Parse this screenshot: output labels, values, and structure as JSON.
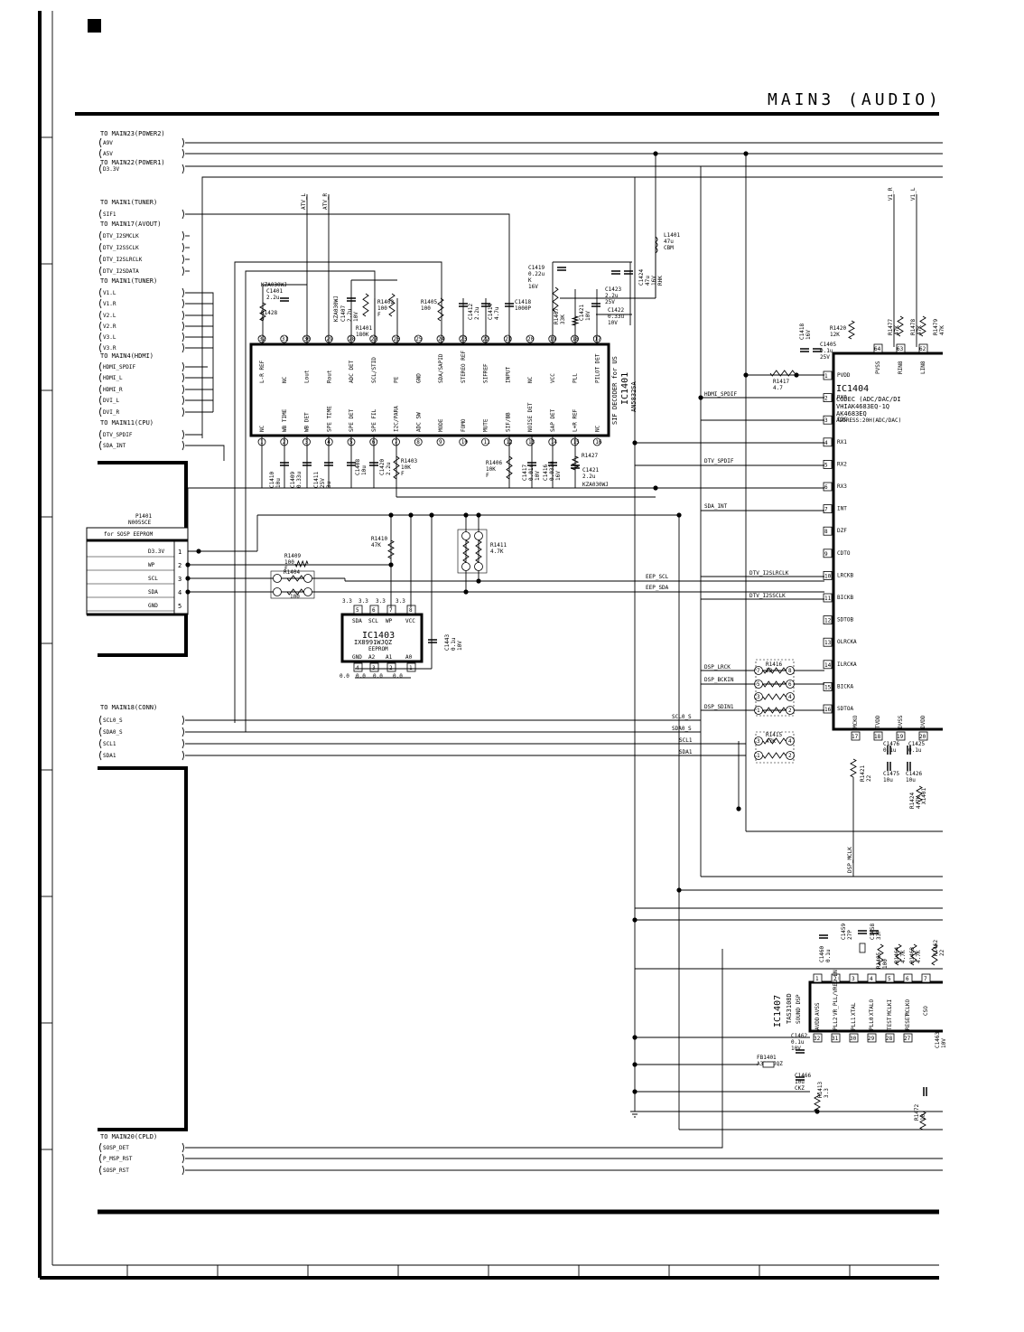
{
  "header": {
    "title": "MAIN3 (AUDIO)"
  },
  "connectors_left": {
    "power2": {
      "title": "TO MAIN23(POWER2)",
      "signals": [
        "A9V",
        "A5V"
      ]
    },
    "power1": {
      "title": "TO MAIN22(POWER1)",
      "signals": [
        "D3.3V"
      ]
    },
    "tuner_a": {
      "title": "TO MAIN1(TUNER)",
      "signals": [
        "SIF1"
      ]
    },
    "avout": {
      "title": "TO MAIN17(AVOUT)",
      "signals": [
        "DTV_I2SMCLK",
        "DTV_I2SSCLK",
        "DTV_I2SLRCLK",
        "DTV_I2SDATA"
      ]
    },
    "tuner_b": {
      "title": "TO MAIN1(TUNER)",
      "signals": [
        "V1.L",
        "V1.R",
        "V2.L",
        "V2.R",
        "V3.L",
        "V3.R"
      ]
    },
    "hdmi": {
      "title": "TO MAIN4(HDMI)",
      "signals": [
        "HDMI_SPDIF",
        "HDMI_L",
        "HDMI_R",
        "DVI_L",
        "DVI_R"
      ]
    },
    "cpu": {
      "title": "TO MAIN11(CPU)",
      "signals": [
        "DTV_SPDIF",
        "SDA_INT"
      ]
    },
    "conn": {
      "title": "TO MAIN18(CONN)",
      "signals": [
        "SCL0_S",
        "SDA0_S",
        "SCL1",
        "SDA1"
      ]
    },
    "cpld": {
      "title": "TO MAIN20(CPLD)",
      "signals": [
        "SOSP_DET",
        "P_MSP_RST",
        "SOSP_RST"
      ]
    }
  },
  "p1401": {
    "ref": "P1401",
    "part": "N005SCE",
    "desc": "for SOSP EEPROM",
    "pins": [
      {
        "num": "1",
        "name": "D3.3V"
      },
      {
        "num": "2",
        "name": "WP"
      },
      {
        "num": "3",
        "name": "SCL"
      },
      {
        "num": "4",
        "name": "SDA"
      },
      {
        "num": "5",
        "name": "GND"
      }
    ]
  },
  "ic1401": {
    "ref": "IC1401",
    "part": "AN5832SA",
    "desc": "SIF DECODER for US",
    "top_pins": [
      {
        "num": "32",
        "name": "L-R REF"
      },
      {
        "num": "31",
        "name": "NC"
      },
      {
        "num": "30",
        "name": "Lout"
      },
      {
        "num": "29",
        "name": "Rout"
      },
      {
        "num": "28",
        "name": "ADC DET"
      },
      {
        "num": "27",
        "name": "SCL/STID"
      },
      {
        "num": "26",
        "name": "PE"
      },
      {
        "num": "25",
        "name": "GND"
      },
      {
        "num": "24",
        "name": "SDA/SAPID"
      },
      {
        "num": "23",
        "name": "STEREO REF"
      },
      {
        "num": "22",
        "name": "SIFREF"
      },
      {
        "num": "21",
        "name": "INPUT"
      },
      {
        "num": "20",
        "name": "NC"
      },
      {
        "num": "19",
        "name": "VCC"
      },
      {
        "num": "18",
        "name": "PLL"
      },
      {
        "num": "17",
        "name": "PILOT DET"
      }
    ],
    "bottom_pins": [
      {
        "num": "1",
        "name": "NC"
      },
      {
        "num": "2",
        "name": "WB TIME"
      },
      {
        "num": "3",
        "name": "WB DET"
      },
      {
        "num": "4",
        "name": "SPE TIME"
      },
      {
        "num": "5",
        "name": "SPE DET"
      },
      {
        "num": "6",
        "name": "SPE FIL"
      },
      {
        "num": "7",
        "name": "I2C/PARA"
      },
      {
        "num": "8",
        "name": "ADC SW"
      },
      {
        "num": "9",
        "name": "MODE"
      },
      {
        "num": "10",
        "name": "FOMO"
      },
      {
        "num": "11",
        "name": "MUTE"
      },
      {
        "num": "12",
        "name": "SIF/BB"
      },
      {
        "num": "13",
        "name": "NOISE DET"
      },
      {
        "num": "14",
        "name": "SAP DET"
      },
      {
        "num": "15",
        "name": "L+R REF"
      },
      {
        "num": "16",
        "name": "NC"
      }
    ]
  },
  "ic1403": {
    "ref": "IC1403",
    "part": "IX8991WJQZ",
    "desc": "EEPROM",
    "top_pins": [
      {
        "num": "5",
        "name": "SDA",
        "v": "3.3"
      },
      {
        "num": "6",
        "name": "SCL",
        "v": "3.3"
      },
      {
        "num": "7",
        "name": "WP",
        "v": "3.3"
      },
      {
        "num": "8",
        "name": "VCC",
        "v": "3.3"
      }
    ],
    "bottom_pins": [
      {
        "num": "4",
        "name": "GND",
        "v": "0.0"
      },
      {
        "num": "3",
        "name": "A2",
        "v": "0.0"
      },
      {
        "num": "2",
        "name": "A1",
        "v": "0.0"
      },
      {
        "num": "1",
        "name": "A0",
        "v": "0.0"
      }
    ]
  },
  "ic1404": {
    "ref": "IC1404",
    "title": "CODEC (ADC/DAC/DI",
    "part": "VHIAK4683EQ-1Q",
    "part2": "AK4683EQ",
    "address": "ADDRESS:20H(ADC/DAC)",
    "left_pins": [
      {
        "num": "1",
        "name": "PVDD"
      },
      {
        "num": "2",
        "name": "RX0"
      },
      {
        "num": "3",
        "name": "I2C"
      },
      {
        "num": "4",
        "name": "RX1"
      },
      {
        "num": "5",
        "name": "RX2"
      },
      {
        "num": "6",
        "name": "RX3"
      },
      {
        "num": "7",
        "name": "INT"
      },
      {
        "num": "8",
        "name": "DZF"
      },
      {
        "num": "9",
        "name": "CDTO"
      },
      {
        "num": "10",
        "name": "LRCKB"
      },
      {
        "num": "11",
        "name": "BICKB"
      },
      {
        "num": "12",
        "name": "SDTOB"
      },
      {
        "num": "13",
        "name": "OLRCKA"
      },
      {
        "num": "14",
        "name": "ILRCKA"
      },
      {
        "num": "15",
        "name": "BICKA"
      },
      {
        "num": "16",
        "name": "SDTOA"
      }
    ],
    "top_pins": [
      {
        "num": "64",
        "name": "PVSS"
      },
      {
        "num": "63",
        "name": "RIN8"
      },
      {
        "num": "62",
        "name": "LIN8"
      }
    ],
    "bottom_pins": [
      {
        "num": "17",
        "name": "MCKO"
      },
      {
        "num": "18",
        "name": "TVDD"
      },
      {
        "num": "19",
        "name": "DVSS"
      },
      {
        "num": "20",
        "name": "DVDD"
      }
    ]
  },
  "ic1407": {
    "ref": "IC1407",
    "part": "TAS3108D",
    "desc": "SOUND DSP",
    "pins_top": [
      {
        "num": "1",
        "name": "AVSS"
      },
      {
        "num": "2",
        "name": "VR_PLL/VREG_EN"
      },
      {
        "num": "3",
        "name": "XTAL"
      },
      {
        "num": "4",
        "name": "XTALO"
      },
      {
        "num": "5",
        "name": "MCLKI"
      },
      {
        "num": "6",
        "name": "MCLKO"
      },
      {
        "num": "7",
        "name": "CSO"
      }
    ],
    "pins_bottom": [
      {
        "num": "32",
        "name": "AVDD"
      },
      {
        "num": "31",
        "name": "PLL2"
      },
      {
        "num": "30",
        "name": "PLL1"
      },
      {
        "num": "29",
        "name": "PLL0"
      },
      {
        "num": "28",
        "name": "TEST"
      },
      {
        "num": "27",
        "name": "RESET"
      }
    ]
  },
  "net_labels": [
    "ATV_L",
    "ATV_R",
    "V1_R",
    "V1_L",
    "HDMI_SPDIF",
    "DTV_SPDIF",
    "SDA_INT",
    "EEP_SCL",
    "EEP_SDA",
    "DTV_I2SLRCLK",
    "DTV_I2SSCLK",
    "DSP_LRCK",
    "DSP_BCKIN",
    "DSP_SDIN1",
    "SCL0_S",
    "SDA0_S",
    "SCL1",
    "SDA1",
    "DSP_MCLK"
  ],
  "components": {
    "C1401": [
      "C1401",
      "2.2u"
    ],
    "KZA1": "KZA030WJ",
    "R1428": [
      "R1428",
      "0"
    ],
    "C1407": [
      "C1407",
      "2.2u",
      "10V"
    ],
    "KZA2": "KZA030WJ",
    "R1401": [
      "R1401",
      "180K"
    ],
    "R1402": [
      "R1402",
      "100",
      "F"
    ],
    "R1405": [
      "R1405",
      "100"
    ],
    "C1412": [
      "C1412",
      "2.2u"
    ],
    "C1414": [
      "C1414",
      "4.7u"
    ],
    "C1418": [
      "C1418",
      "1000P"
    ],
    "C1419": [
      "C1419",
      "0.22u",
      "K",
      "16V"
    ],
    "R1407": [
      "R1407",
      "33K"
    ],
    "C1421b": [
      "C1421",
      "10V"
    ],
    "C1423": [
      "C1423",
      "2.2u",
      "25V"
    ],
    "C1422": [
      "C1422",
      "0.33u",
      "10V"
    ],
    "C1424": [
      "C1424",
      "47u",
      "16V",
      "RHK"
    ],
    "L1401": [
      "L1401",
      "47u",
      "CBM"
    ],
    "C1410": [
      "C1410",
      "10u"
    ],
    "C1409": [
      "C1409",
      "0.33u"
    ],
    "C1411": [
      "C1411",
      "25V",
      "3u"
    ],
    "C1408": [
      "C1408",
      "10u"
    ],
    "C1420": [
      "C1420",
      "2.2u"
    ],
    "R1403": [
      "R1403",
      "10K",
      "F"
    ],
    "R1406": [
      "R1406",
      "10K",
      "F"
    ],
    "C1417": [
      "C1417",
      "0.01u",
      "10V"
    ],
    "C1416": [
      "C1416",
      "0.033u",
      "16V"
    ],
    "R1427": [
      "R1427"
    ],
    "C1421": [
      "C1421",
      "2.2u"
    ],
    "KZA3": "KZA030WJ",
    "R1409": [
      "R1409",
      "100",
      "F"
    ],
    "R1404": [
      "R1404"
    ],
    "R1408": "100",
    "R1410": [
      "R1410",
      "47K"
    ],
    "R1411": [
      "R1411",
      "4.7K"
    ],
    "C1443": [
      "C1443",
      "0.1u",
      "10V"
    ],
    "R1417": [
      "R1417",
      "4.7"
    ],
    "C1418b": [
      "C1418",
      "16V"
    ],
    "C1405": [
      "C1405",
      "0.1u",
      "25V"
    ],
    "R1420": [
      "R1420",
      "12K"
    ],
    "R1477": [
      "R1477",
      "47K"
    ],
    "R1478": [
      "R1478",
      "47K"
    ],
    "R1479": [
      "R1479",
      "47K"
    ],
    "R1416": [
      "R1416",
      "22"
    ],
    "R1415": [
      "R1415",
      "47K"
    ],
    "R1421": [
      "R1421",
      "22"
    ],
    "C1476": [
      "C1476",
      "0.1u"
    ],
    "C1475": [
      "C1475",
      "10u"
    ],
    "C1426": [
      "C1426",
      "10u"
    ],
    "C1425": [
      "C1425",
      "0.1u"
    ],
    "R1424": [
      "R1424",
      "4.7K"
    ],
    "X1401": [
      "X1401"
    ],
    "C1460": [
      "C1460",
      "0.1u"
    ],
    "C1459": [
      "C1459",
      "27P"
    ],
    "C1458": [
      "C1458",
      "33P"
    ],
    "R1465": [
      "R1465",
      "100"
    ],
    "R1464": [
      "R1464",
      "4.7K"
    ],
    "R1463": [
      "R1463",
      "4.7K"
    ],
    "R1462": [
      "R1462",
      "22"
    ],
    "C1462": [
      "C1462",
      "0.1u",
      "10V"
    ],
    "FB1401": [
      "FB1401",
      "A330WJQZ"
    ],
    "C1466": [
      "C1466",
      "10u",
      "CKZ"
    ],
    "R1413": [
      "R1413",
      "3.3"
    ],
    "C1463": [
      "C1463",
      "10V"
    ],
    "R1472": [
      "R1472",
      "10"
    ]
  }
}
